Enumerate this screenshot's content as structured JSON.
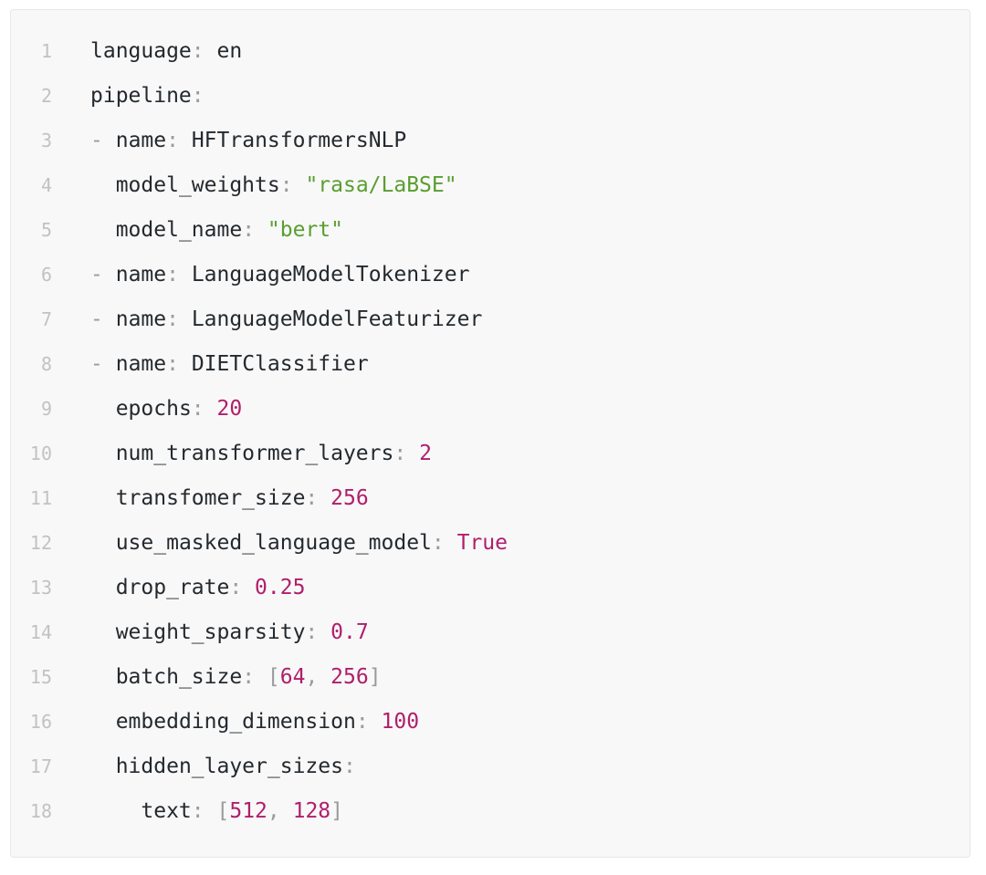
{
  "editor": {
    "language": "yaml",
    "background_color": "#f8f8f8",
    "border_color": "#e7e7e7",
    "gutter_color": "#c2c2c2",
    "colors": {
      "key": "#24292e",
      "punctuation": "#9b9b9b",
      "string": "#5a9e2f",
      "number": "#b01e6b",
      "boolean": "#b01e6b",
      "bracket": "#9b9b9b"
    },
    "total_lines": 18,
    "lines": [
      {
        "number": "1",
        "tokens": [
          {
            "t": "language",
            "c": "key"
          },
          {
            "t": ":",
            "c": "punct"
          },
          {
            "t": " ",
            "c": "space"
          },
          {
            "t": "en",
            "c": "plain"
          }
        ]
      },
      {
        "number": "2",
        "tokens": [
          {
            "t": "pipeline",
            "c": "key"
          },
          {
            "t": ":",
            "c": "punct"
          }
        ]
      },
      {
        "number": "3",
        "tokens": [
          {
            "t": "-",
            "c": "dash"
          },
          {
            "t": " ",
            "c": "space"
          },
          {
            "t": "name",
            "c": "key"
          },
          {
            "t": ":",
            "c": "punct"
          },
          {
            "t": " ",
            "c": "space"
          },
          {
            "t": "HFTransformersNLP",
            "c": "plain"
          }
        ]
      },
      {
        "number": "4",
        "tokens": [
          {
            "t": "  ",
            "c": "space"
          },
          {
            "t": "model_weights",
            "c": "key"
          },
          {
            "t": ":",
            "c": "punct"
          },
          {
            "t": " ",
            "c": "space"
          },
          {
            "t": "\"rasa/LaBSE\"",
            "c": "string"
          }
        ]
      },
      {
        "number": "5",
        "tokens": [
          {
            "t": "  ",
            "c": "space"
          },
          {
            "t": "model_name",
            "c": "key"
          },
          {
            "t": ":",
            "c": "punct"
          },
          {
            "t": " ",
            "c": "space"
          },
          {
            "t": "\"bert\"",
            "c": "string"
          }
        ]
      },
      {
        "number": "6",
        "tokens": [
          {
            "t": "-",
            "c": "dash"
          },
          {
            "t": " ",
            "c": "space"
          },
          {
            "t": "name",
            "c": "key"
          },
          {
            "t": ":",
            "c": "punct"
          },
          {
            "t": " ",
            "c": "space"
          },
          {
            "t": "LanguageModelTokenizer",
            "c": "plain"
          }
        ]
      },
      {
        "number": "7",
        "tokens": [
          {
            "t": "-",
            "c": "dash"
          },
          {
            "t": " ",
            "c": "space"
          },
          {
            "t": "name",
            "c": "key"
          },
          {
            "t": ":",
            "c": "punct"
          },
          {
            "t": " ",
            "c": "space"
          },
          {
            "t": "LanguageModelFeaturizer",
            "c": "plain"
          }
        ]
      },
      {
        "number": "8",
        "tokens": [
          {
            "t": "-",
            "c": "dash"
          },
          {
            "t": " ",
            "c": "space"
          },
          {
            "t": "name",
            "c": "key"
          },
          {
            "t": ":",
            "c": "punct"
          },
          {
            "t": " ",
            "c": "space"
          },
          {
            "t": "DIETClassifier",
            "c": "plain"
          }
        ]
      },
      {
        "number": "9",
        "tokens": [
          {
            "t": "  ",
            "c": "space"
          },
          {
            "t": "epochs",
            "c": "key"
          },
          {
            "t": ":",
            "c": "punct"
          },
          {
            "t": " ",
            "c": "space"
          },
          {
            "t": "20",
            "c": "number"
          }
        ]
      },
      {
        "number": "10",
        "tokens": [
          {
            "t": "  ",
            "c": "space"
          },
          {
            "t": "num_transformer_layers",
            "c": "key"
          },
          {
            "t": ":",
            "c": "punct"
          },
          {
            "t": " ",
            "c": "space"
          },
          {
            "t": "2",
            "c": "number"
          }
        ]
      },
      {
        "number": "11",
        "tokens": [
          {
            "t": "  ",
            "c": "space"
          },
          {
            "t": "transfomer_size",
            "c": "key"
          },
          {
            "t": ":",
            "c": "punct"
          },
          {
            "t": " ",
            "c": "space"
          },
          {
            "t": "256",
            "c": "number"
          }
        ]
      },
      {
        "number": "12",
        "tokens": [
          {
            "t": "  ",
            "c": "space"
          },
          {
            "t": "use_masked_language_model",
            "c": "key"
          },
          {
            "t": ":",
            "c": "punct"
          },
          {
            "t": " ",
            "c": "space"
          },
          {
            "t": "True",
            "c": "bool"
          }
        ]
      },
      {
        "number": "13",
        "tokens": [
          {
            "t": "  ",
            "c": "space"
          },
          {
            "t": "drop_rate",
            "c": "key"
          },
          {
            "t": ":",
            "c": "punct"
          },
          {
            "t": " ",
            "c": "space"
          },
          {
            "t": "0.25",
            "c": "number"
          }
        ]
      },
      {
        "number": "14",
        "tokens": [
          {
            "t": "  ",
            "c": "space"
          },
          {
            "t": "weight_sparsity",
            "c": "key"
          },
          {
            "t": ":",
            "c": "punct"
          },
          {
            "t": " ",
            "c": "space"
          },
          {
            "t": "0.7",
            "c": "number"
          }
        ]
      },
      {
        "number": "15",
        "tokens": [
          {
            "t": "  ",
            "c": "space"
          },
          {
            "t": "batch_size",
            "c": "key"
          },
          {
            "t": ":",
            "c": "punct"
          },
          {
            "t": " ",
            "c": "space"
          },
          {
            "t": "[",
            "c": "bracket"
          },
          {
            "t": "64",
            "c": "number"
          },
          {
            "t": ", ",
            "c": "bracket"
          },
          {
            "t": "256",
            "c": "number"
          },
          {
            "t": "]",
            "c": "bracket"
          }
        ]
      },
      {
        "number": "16",
        "tokens": [
          {
            "t": "  ",
            "c": "space"
          },
          {
            "t": "embedding_dimension",
            "c": "key"
          },
          {
            "t": ":",
            "c": "punct"
          },
          {
            "t": " ",
            "c": "space"
          },
          {
            "t": "100",
            "c": "number"
          }
        ]
      },
      {
        "number": "17",
        "tokens": [
          {
            "t": "  ",
            "c": "space"
          },
          {
            "t": "hidden_layer_sizes",
            "c": "key"
          },
          {
            "t": ":",
            "c": "punct"
          }
        ]
      },
      {
        "number": "18",
        "tokens": [
          {
            "t": "    ",
            "c": "space"
          },
          {
            "t": "text",
            "c": "key"
          },
          {
            "t": ":",
            "c": "punct"
          },
          {
            "t": " ",
            "c": "space"
          },
          {
            "t": "[",
            "c": "bracket"
          },
          {
            "t": "512",
            "c": "number"
          },
          {
            "t": ", ",
            "c": "bracket"
          },
          {
            "t": "128",
            "c": "number"
          },
          {
            "t": "]",
            "c": "bracket"
          }
        ]
      }
    ]
  }
}
